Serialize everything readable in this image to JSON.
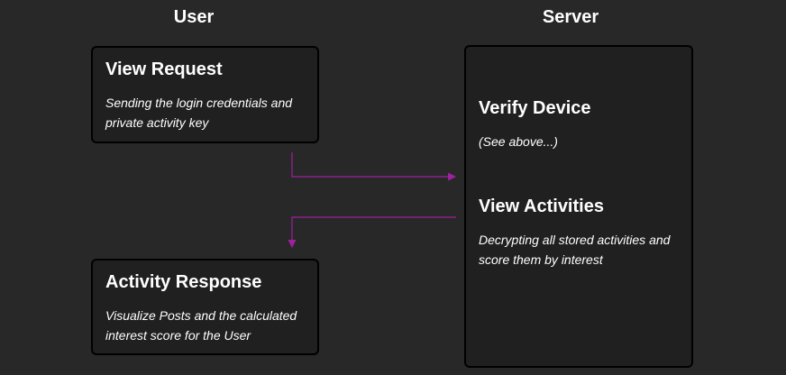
{
  "columns": {
    "user": "User",
    "server": "Server"
  },
  "boxes": {
    "view_request": {
      "title": "View Request",
      "description": "Sending the login credentials and private activity key"
    },
    "activity_response": {
      "title": "Activity Response",
      "description": "Visualize Posts and the calculated interest score for the User"
    },
    "server": {
      "verify_device": {
        "title": "Verify Device",
        "description": "(See above...)"
      },
      "view_activities": {
        "title": "View Activities",
        "description": "Decrypting all stored activities and score them by interest"
      }
    }
  },
  "colors": {
    "background": "#282828",
    "box_fill": "#202020",
    "box_border": "#000000",
    "arrow": "#a020a0",
    "text": "#ffffff"
  }
}
